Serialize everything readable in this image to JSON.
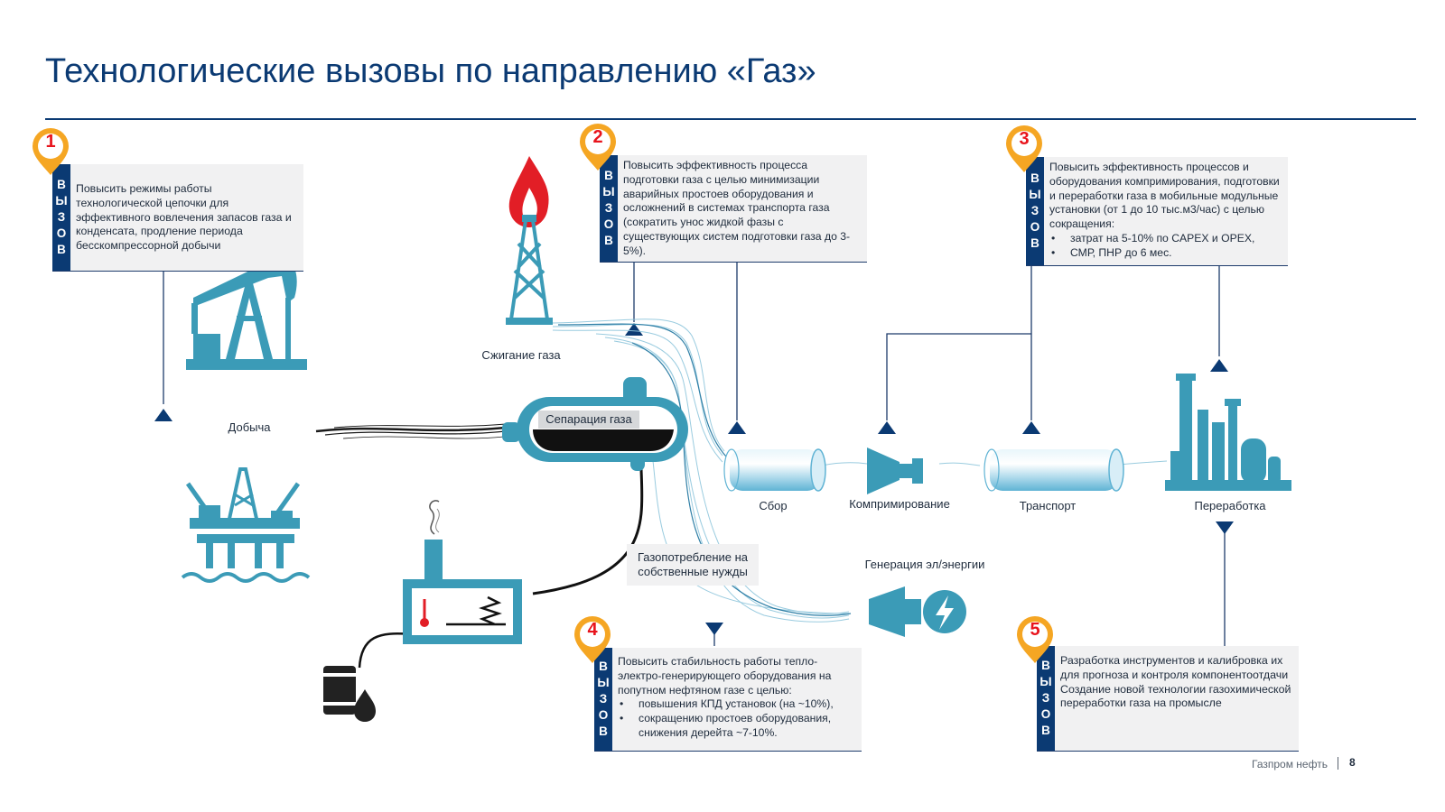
{
  "title": "Технологические вызовы по направлению «Газ»",
  "colors": {
    "title": "#0b3a73",
    "icon_teal": "#3b9bb7",
    "callout_bg": "#f1f1f2",
    "badge_orange": "#f5a623",
    "badge_number": "#e8141c"
  },
  "vertical_label": [
    "В",
    "Ы",
    "З",
    "О",
    "В"
  ],
  "callouts": [
    {
      "number": "1",
      "text": "Повысить режимы работы технологической цепочки для эффективного вовлечения запасов газа и конденсата, продление периода бесскомпрессорной добычи"
    },
    {
      "number": "2",
      "text": "Повысить эффективность  процесса подготовки газа с целью минимизации аварийных простоев оборудования и осложнений в системах транспорта газа (сократить унос жидкой фазы с существующих систем подготовки газа до 3-5%)."
    },
    {
      "number": "3",
      "text": "Повысить эффективность процессов и оборудования компримирования, подготовки и переработки газа в мобильные модульные установки (от 1 до 10 тыс.м3/час) с целью сокращения:",
      "bullets": [
        "затрат на 5-10% по CAPEX  и OPEX,",
        "СМР, ПНР до 6 мес."
      ]
    },
    {
      "number": "4",
      "text": "Повысить стабильность работы тепло-электро-генерирующего оборудования на попутном нефтяном газе с целью:",
      "bullets": [
        "повышения  КПД  установок (на ~10%),",
        "сокращению простоев оборудования, снижения дерейта ~7-10%."
      ]
    },
    {
      "number": "5",
      "text": "Разработка инструментов и калибровка их для прогноза и контроля компонентоотдачи",
      "text2": "Создание новой технологии газохимической переработки газа на промысле"
    }
  ],
  "labels": {
    "flare": "Сжигание газа",
    "production": "Добыча",
    "separation": "Сепарация газа",
    "gathering": "Сбор",
    "compression": "Компримирование",
    "transport": "Транспорт",
    "processing": "Переработка",
    "power": "Генерация эл/энергии",
    "own_needs": "Газопотребление на собственные нужды"
  },
  "icons": [
    "flame-icon",
    "gas-flare-tower-icon",
    "pumpjack-icon",
    "offshore-platform-icon",
    "separator-vessel-icon",
    "pipe-icon",
    "compressor-icon",
    "refinery-icon",
    "power-turbine-icon",
    "furnace-icon",
    "oil-barrel-icon"
  ],
  "footer": {
    "company": "Газпром нефть",
    "page": "8"
  }
}
